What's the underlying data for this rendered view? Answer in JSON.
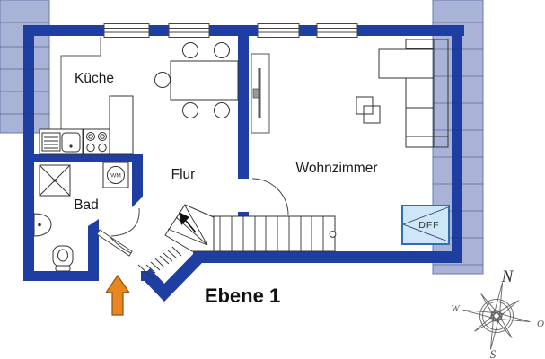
{
  "title": {
    "label": "Ebene 1"
  },
  "rooms": {
    "kitchen": "Küche",
    "hallway": "Flur",
    "living_room": "Wohnzimmer",
    "bathroom": "Bad"
  },
  "fixtures": {
    "washing_machine": "WM",
    "roof_window": "DFF"
  },
  "compass": {
    "north": "N",
    "east": "O",
    "south": "S",
    "west": "W"
  },
  "colors": {
    "wall": "#1f3ea2",
    "roof_overlay": "#a9b3d8",
    "roof_overlay_line": "#6d79ad",
    "outline": "#333333",
    "roof_window_fill": "#cde7f8",
    "roof_window_stroke": "#2f6fb0",
    "entrance_arrow": "#e8861f",
    "entrance_arrow_outline": "#8a5512",
    "compass": "#666666",
    "text": "#1a1a1a"
  }
}
